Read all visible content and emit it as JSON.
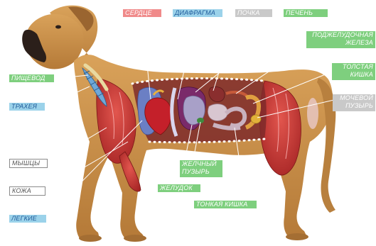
{
  "labels": {
    "heart": "СЕРДЦЕ",
    "diaphragm": "ДИАФРАГМА",
    "kidney": "ПОЧКА",
    "liver": "ПЕЧЕНЬ",
    "pancreas_1": "ПОДЖЕЛУДОЧНАЯ",
    "pancreas_2": "ЖЕЛЕЗА",
    "colon_1": "ТОЛСТАЯ",
    "colon_2": "КИШКА",
    "bladder_1": "МОЧЕВОЙ",
    "bladder_2": "ПУЗЫРЬ",
    "esophagus": "ПИЩЕВОД",
    "trachea": "ТРАХЕЯ",
    "muscles": "МЫШЦЫ",
    "skin": "КОЖА",
    "lungs": "ЛЕГКИЕ",
    "gallbladder_1": "ЖЕЛЧНЫЙ",
    "gallbladder_2": "ПУЗЫРЬ",
    "stomach": "ЖЕЛУДОК",
    "small_intestine": "ТОНКАЯ КИШКА"
  },
  "colors": {
    "organ_label": "#7ecf7e",
    "heart_label": "#f08a8a",
    "respiratory_label": "#9bd2ea",
    "kidney_label": "#c9c9c9",
    "outline_label": "#ffffff",
    "dog_body": "#c98f4a",
    "muscle": "#c93a3a"
  },
  "icons": {
    "figure": "dog-anatomy-illustration"
  }
}
